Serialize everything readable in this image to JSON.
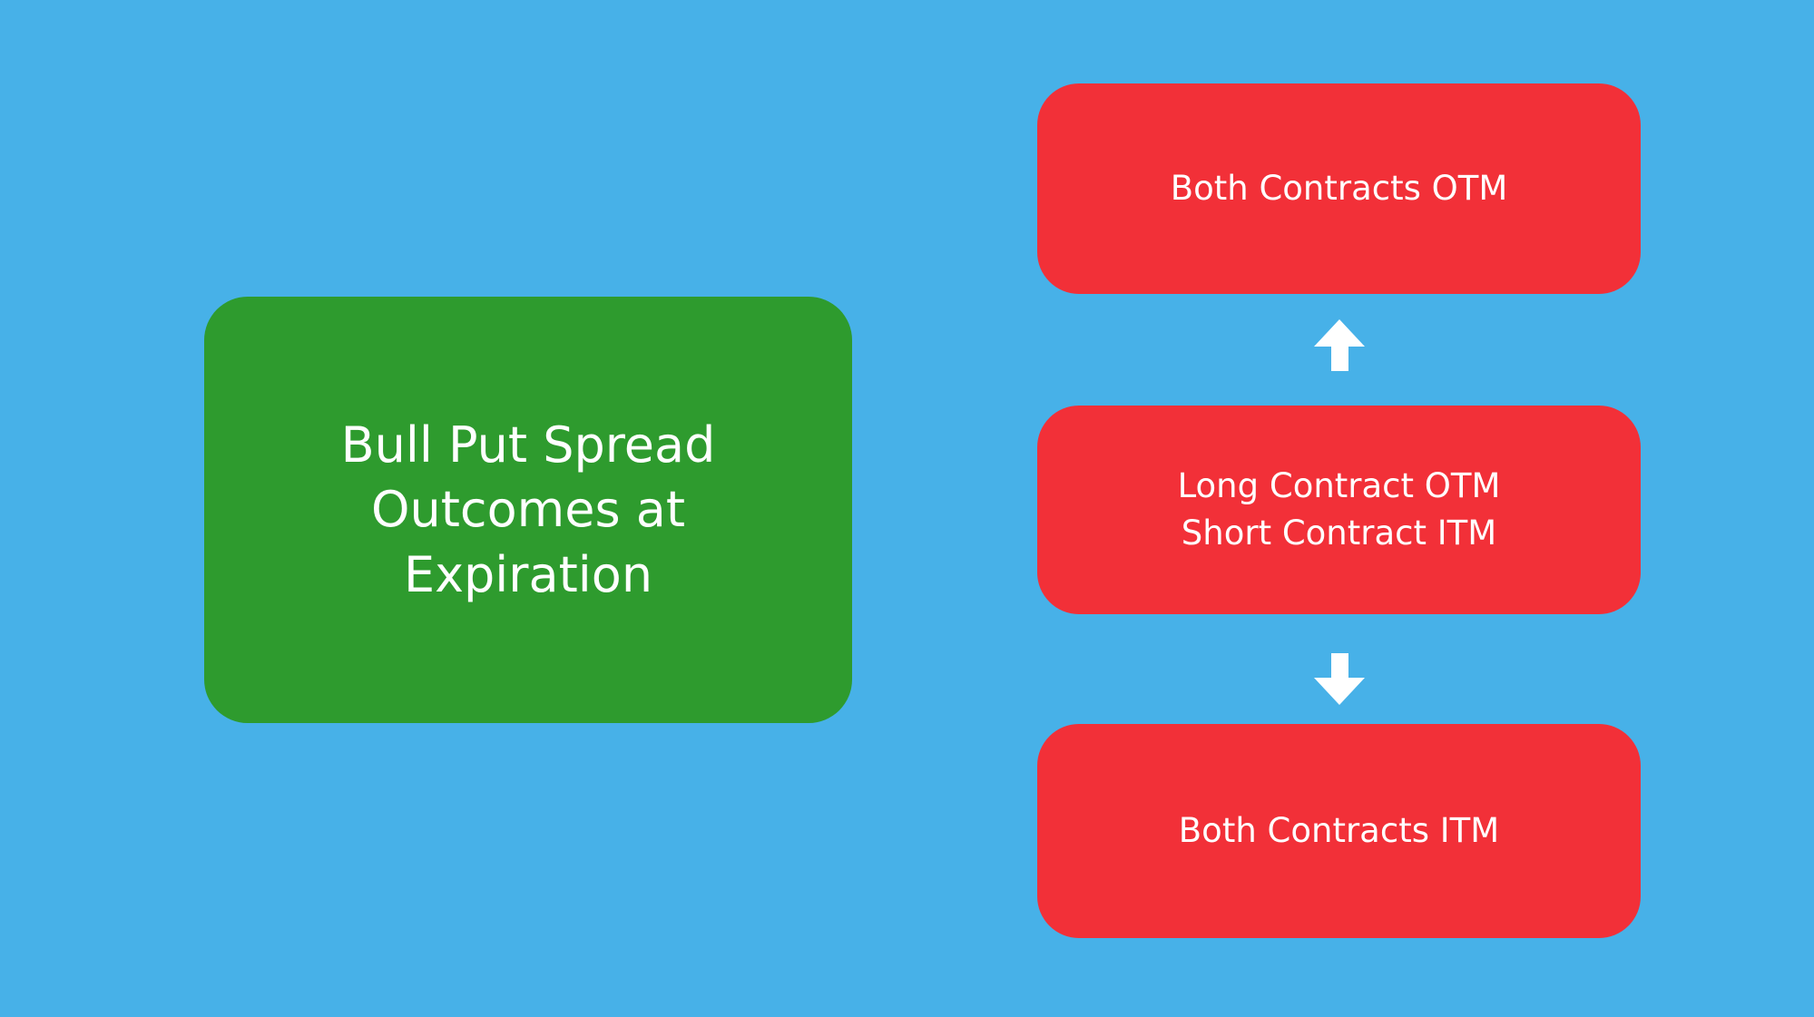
{
  "colors": {
    "background": "#47B1E8",
    "green": "#2E9B2E",
    "red": "#F23038",
    "text": "#FFFFFF",
    "arrow": "#FFFFFF"
  },
  "diagram": {
    "title_box": {
      "label": "Bull Put Spread Outcomes at Expiration"
    },
    "outcomes": {
      "top": {
        "label": "Both Contracts OTM"
      },
      "middle": {
        "line1": "Long Contract OTM",
        "line2": "Short Contract ITM"
      },
      "bottom": {
        "label": "Both Contracts ITM"
      }
    },
    "arrows": {
      "up": "up-arrow",
      "down": "down-arrow"
    }
  }
}
